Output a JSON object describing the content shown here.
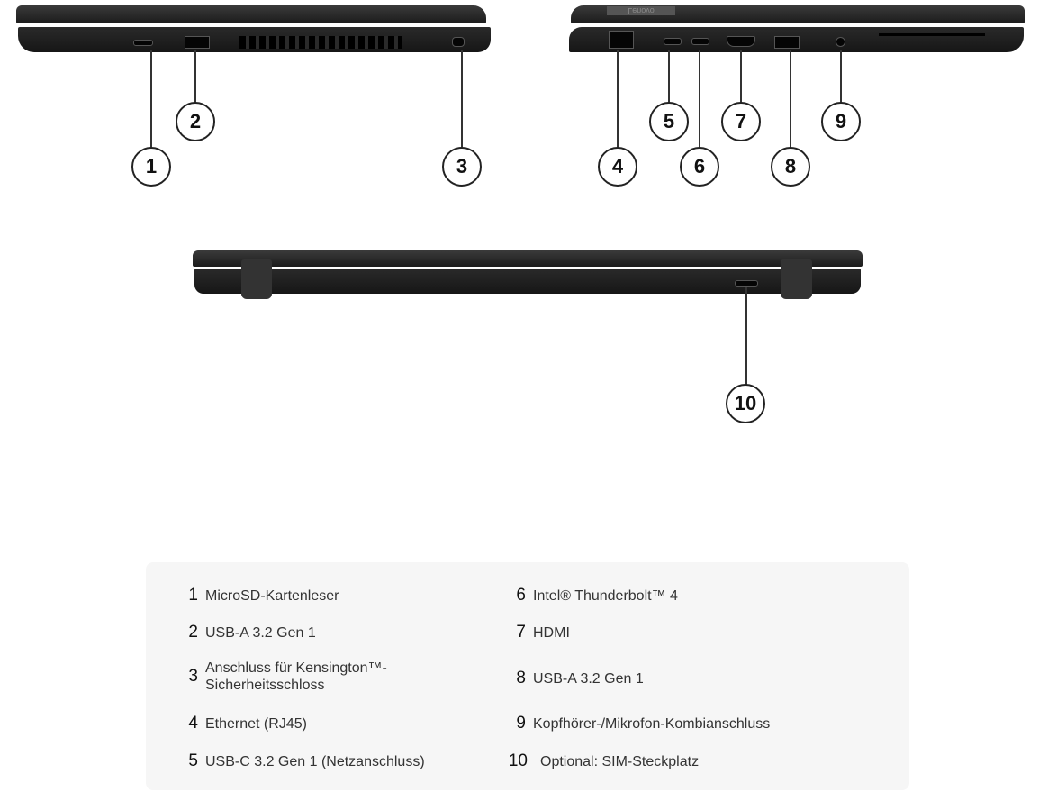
{
  "callouts": [
    "1",
    "2",
    "3",
    "4",
    "5",
    "6",
    "7",
    "8",
    "9",
    "10"
  ],
  "logo_text": "Lenovo",
  "legend": {
    "left": [
      {
        "num": "1",
        "label": "MicroSD-Kartenleser"
      },
      {
        "num": "2",
        "label": "USB-A 3.2 Gen 1"
      },
      {
        "num": "3",
        "label": "Anschluss für Kensington™-\nSicherheitsschloss"
      },
      {
        "num": "4",
        "label": "Ethernet (RJ45)"
      },
      {
        "num": "5",
        "label": "USB-C 3.2 Gen 1 (Netzanschluss)"
      }
    ],
    "right": [
      {
        "num": "6",
        "label": "Intel® Thunderbolt™ 4"
      },
      {
        "num": "7",
        "label": "HDMI"
      },
      {
        "num": "8",
        "label": "USB-A 3.2 Gen 1"
      },
      {
        "num": "9",
        "label": "Kopfhörer-/Mikrofon-Kombianschluss"
      },
      {
        "num": "10",
        "label": "Optional: SIM-Steckplatz"
      }
    ]
  }
}
